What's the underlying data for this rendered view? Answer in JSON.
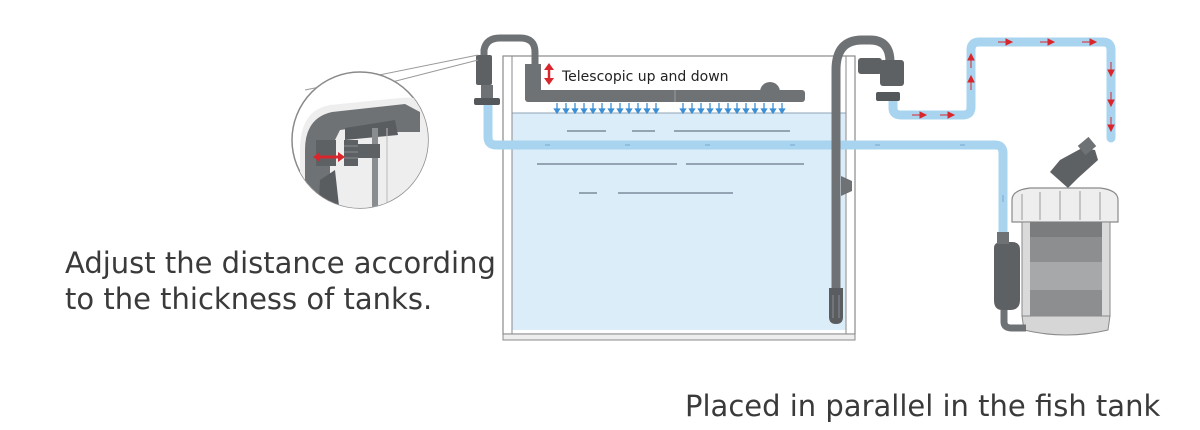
{
  "labels": {
    "telescopic": "Telescopic up and down",
    "adjust_line1": "Adjust the distance according",
    "adjust_line2": "to the thickness of tanks.",
    "parallel": "Placed in parallel in the fish tank"
  },
  "colors": {
    "tube": "#a9d4ef",
    "water": "#dcedfa",
    "pipe": "#6f7275",
    "arrow_red": "#d9262c",
    "drop_blue": "#3b8fd6",
    "caption_text": "#3a3a3a"
  },
  "icons": [
    "telescopic-arrow-icon",
    "flow-arrow-icon",
    "water-drop-arrow-icon"
  ]
}
